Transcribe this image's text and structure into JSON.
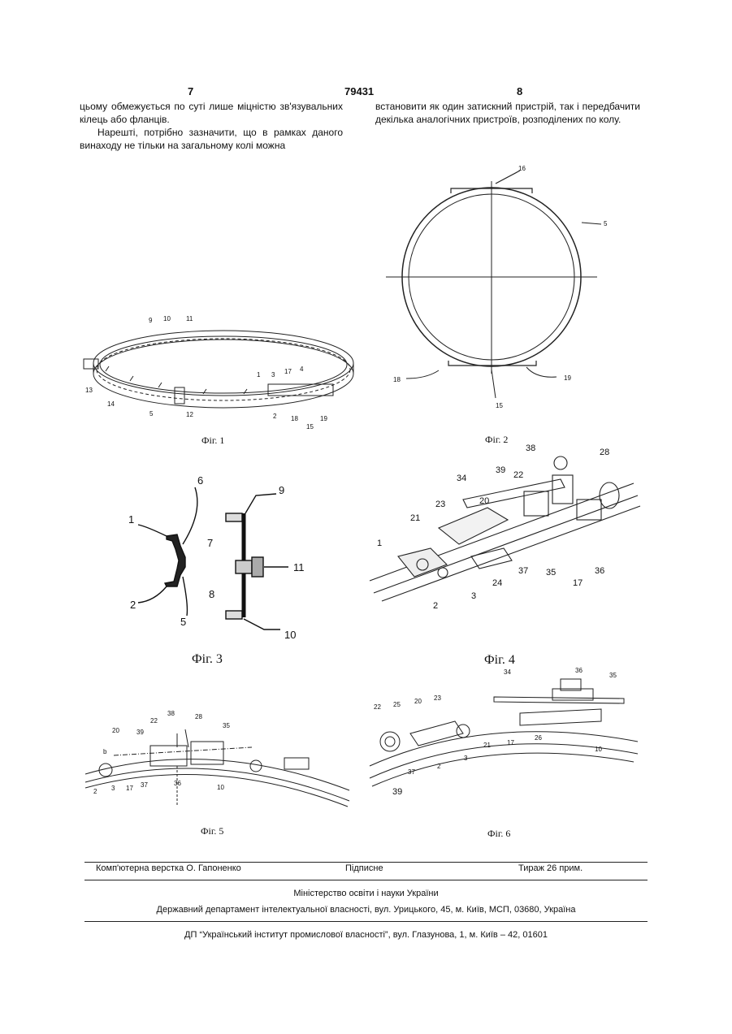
{
  "header": {
    "left_page": "7",
    "patent_no": "79431",
    "right_page": "8"
  },
  "text": {
    "left_p1": "цьому обмежується по суті лише міцністю зв'язувальних кілець або фланців.",
    "left_p2": "Нарешті, потрібно зазначити, що в рамках даного винаходу не тільки на загальному колі можна",
    "right_p1": "встановити як один затискний пристрій, так і передбачити декілька аналогічних пристроїв, розподілених по колу."
  },
  "figures": {
    "fig1": {
      "caption": "Фіг. 1",
      "labels": [
        "9",
        "10",
        "11",
        "13",
        "14",
        "5",
        "12",
        "1",
        "3",
        "17",
        "4",
        "2",
        "18",
        "15",
        "19"
      ]
    },
    "fig2": {
      "caption": "Фіг. 2",
      "labels": [
        "16",
        "5",
        "18",
        "19",
        "15"
      ]
    },
    "fig3": {
      "caption": "Фіг. 3",
      "labels": [
        "6",
        "9",
        "1",
        "7",
        "11",
        "8",
        "2",
        "5",
        "10"
      ]
    },
    "fig4": {
      "caption": "Фіг. 4",
      "labels": [
        "38",
        "28",
        "39",
        "22",
        "34",
        "20",
        "23",
        "21",
        "1",
        "24",
        "37",
        "35",
        "17",
        "36",
        "2",
        "3"
      ]
    },
    "fig5": {
      "caption": "Фіг. 5",
      "labels": [
        "38",
        "28",
        "22",
        "39",
        "35",
        "20",
        "b",
        "2",
        "3",
        "17",
        "37",
        "36",
        "10"
      ]
    },
    "fig6": {
      "caption": "Фіг. 6",
      "labels": [
        "34",
        "36",
        "35",
        "22",
        "25",
        "20",
        "23",
        "21",
        "17",
        "26",
        "10",
        "37",
        "2",
        "3",
        "39"
      ]
    }
  },
  "footer": {
    "layout": "Комп'ютерна верстка О. Гапоненко",
    "signed": "Підписне",
    "circulation": "Тираж 26 прим.",
    "ministry": "Міністерство освіти і науки України",
    "department": "Державний департамент інтелектуальної власності, вул. Урицького, 45, м. Київ, МСП, 03680, Україна",
    "institute": "ДП “Український інститут промислової власності”, вул. Глазунова, 1, м. Київ – 42, 01601"
  }
}
